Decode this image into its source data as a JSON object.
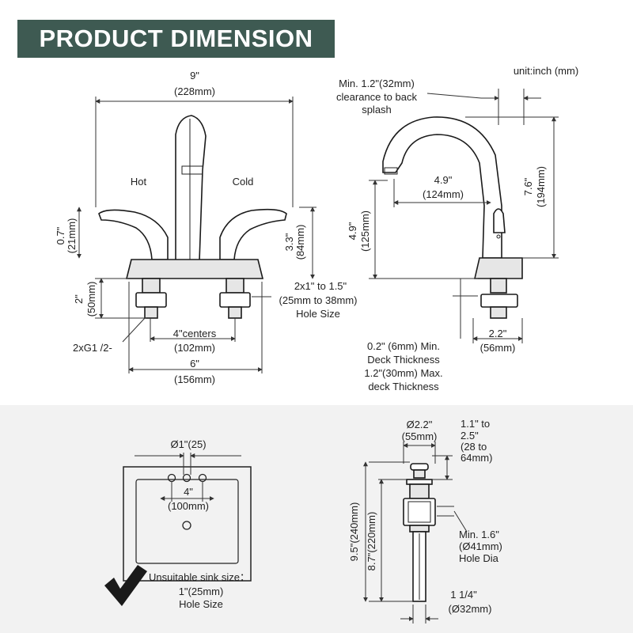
{
  "banner": {
    "title": "PRODUCT DIMENSION"
  },
  "units": "unit:inch (mm)",
  "front": {
    "width_in": "9\"",
    "width_mm": "(228mm)",
    "hot": "Hot",
    "cold": "Cold",
    "handle_h_in": "0.7\"",
    "handle_h_mm": "(21mm)",
    "base_h_in": "3.3\"",
    "base_h_mm": "(84mm)",
    "shank_in": "2\"",
    "shank_mm": "(50mm)",
    "hole_1": "2x1\" to 1.5\"",
    "hole_2": "(25mm to 38mm)",
    "hole_3": "Hole Size",
    "thread": "2xG1 /2-",
    "centers_in": "4\"centers",
    "centers_mm": "(102mm)",
    "deck_in": "6\"",
    "deck_mm": "(156mm)"
  },
  "side": {
    "clear_1": "Min. 1.2\"(32mm)",
    "clear_2": "clearance to back",
    "clear_3": "splash",
    "reach_in": "4.9\"",
    "reach_mm": "(124mm)",
    "height_in": "7.6\"",
    "height_mm": "(194mm)",
    "spout_h_in": "4.9\"",
    "spout_h_mm": "(125mm)",
    "base_in": "2.2\"",
    "base_mm": "(56mm)",
    "deck_1": "0.2\" (6mm) Min.",
    "deck_2": "Deck Thickness",
    "deck_3": "1.2\"(30mm) Max.",
    "deck_4": "deck Thickness"
  },
  "sink": {
    "hole_dia": "Ø1\"(25)",
    "span_in": "4\"",
    "span_mm": "(100mm)",
    "unsuit_1": "Unsuitable sink size：",
    "unsuit_2": "1\"(25mm)",
    "unsuit_3": "Hole Size"
  },
  "drain": {
    "cap_in": "Ø2.2\"",
    "cap_mm": "(55mm)",
    "adj_1": "1.1\" to",
    "adj_2": "2.5\"",
    "adj_3": "(28 to",
    "adj_4": "64mm)",
    "total": "9.5\"(240mm)",
    "body": "8.7\"(220mm)",
    "hole_1": "Min. 1.6\"",
    "hole_2": "(Ø41mm)",
    "hole_3": "Hole Dia",
    "pipe_in": "1 1/4\"",
    "pipe_mm": "(Ø32mm)"
  },
  "colors": {
    "banner": "#3e5a52",
    "lower_panel": "#f2f2f2"
  }
}
